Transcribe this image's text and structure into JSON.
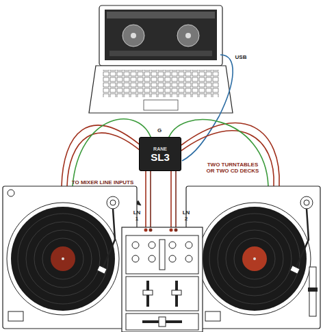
{
  "diagram": {
    "nodes": [
      {
        "text": [
          "RANE",
          "SL3"
        ]
      }
    ],
    "labels": [
      "USB",
      "G",
      "TO MIXER LINE INPUTS",
      "TWO TURNTABLES OR TWO CD DECKS",
      "LN 1",
      "LN 2"
    ]
  }
}
